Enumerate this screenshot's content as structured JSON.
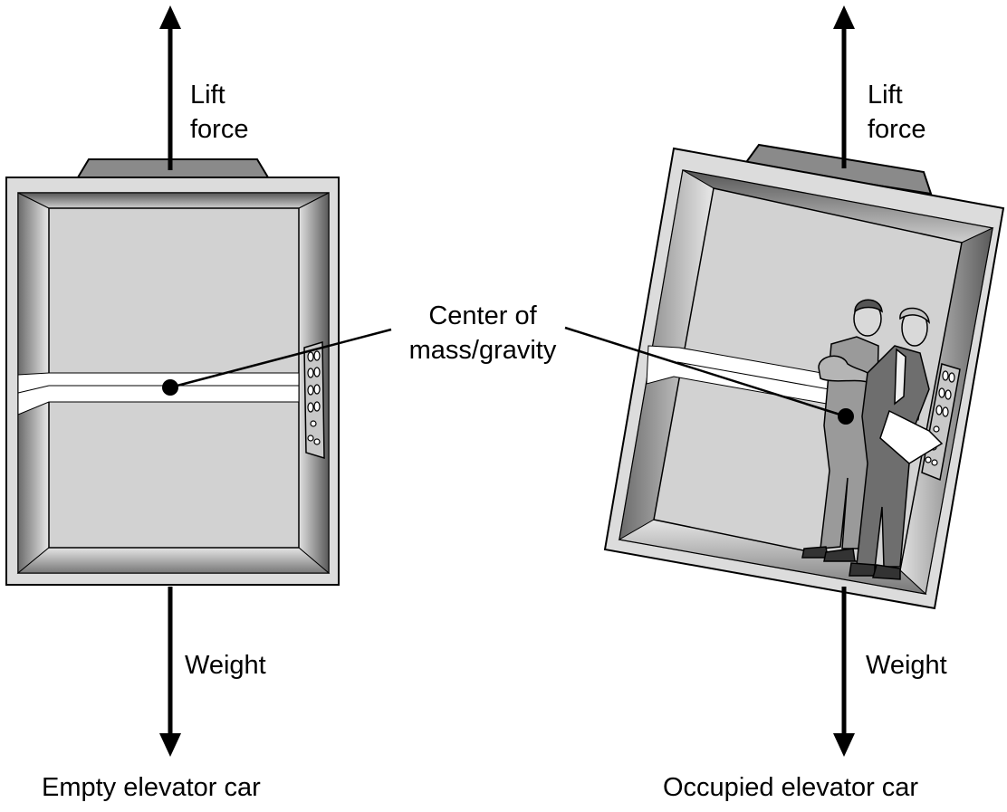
{
  "left_panel": {
    "lift_label_line1": "Lift",
    "lift_label_line2": "force",
    "weight_label": "Weight",
    "caption": "Empty elevator car"
  },
  "right_panel": {
    "lift_label_line1": "Lift",
    "lift_label_line2": "force",
    "weight_label": "Weight",
    "caption": "Occupied elevator car"
  },
  "center_label": {
    "line1": "Center of",
    "line2": "mass/gravity"
  },
  "colors": {
    "ink": "#000000",
    "car_outer": "#dcdcdc",
    "car_back_wall": "#d0d0d0",
    "top_cap": "#8a8a8a",
    "rail": "#ffffff"
  }
}
